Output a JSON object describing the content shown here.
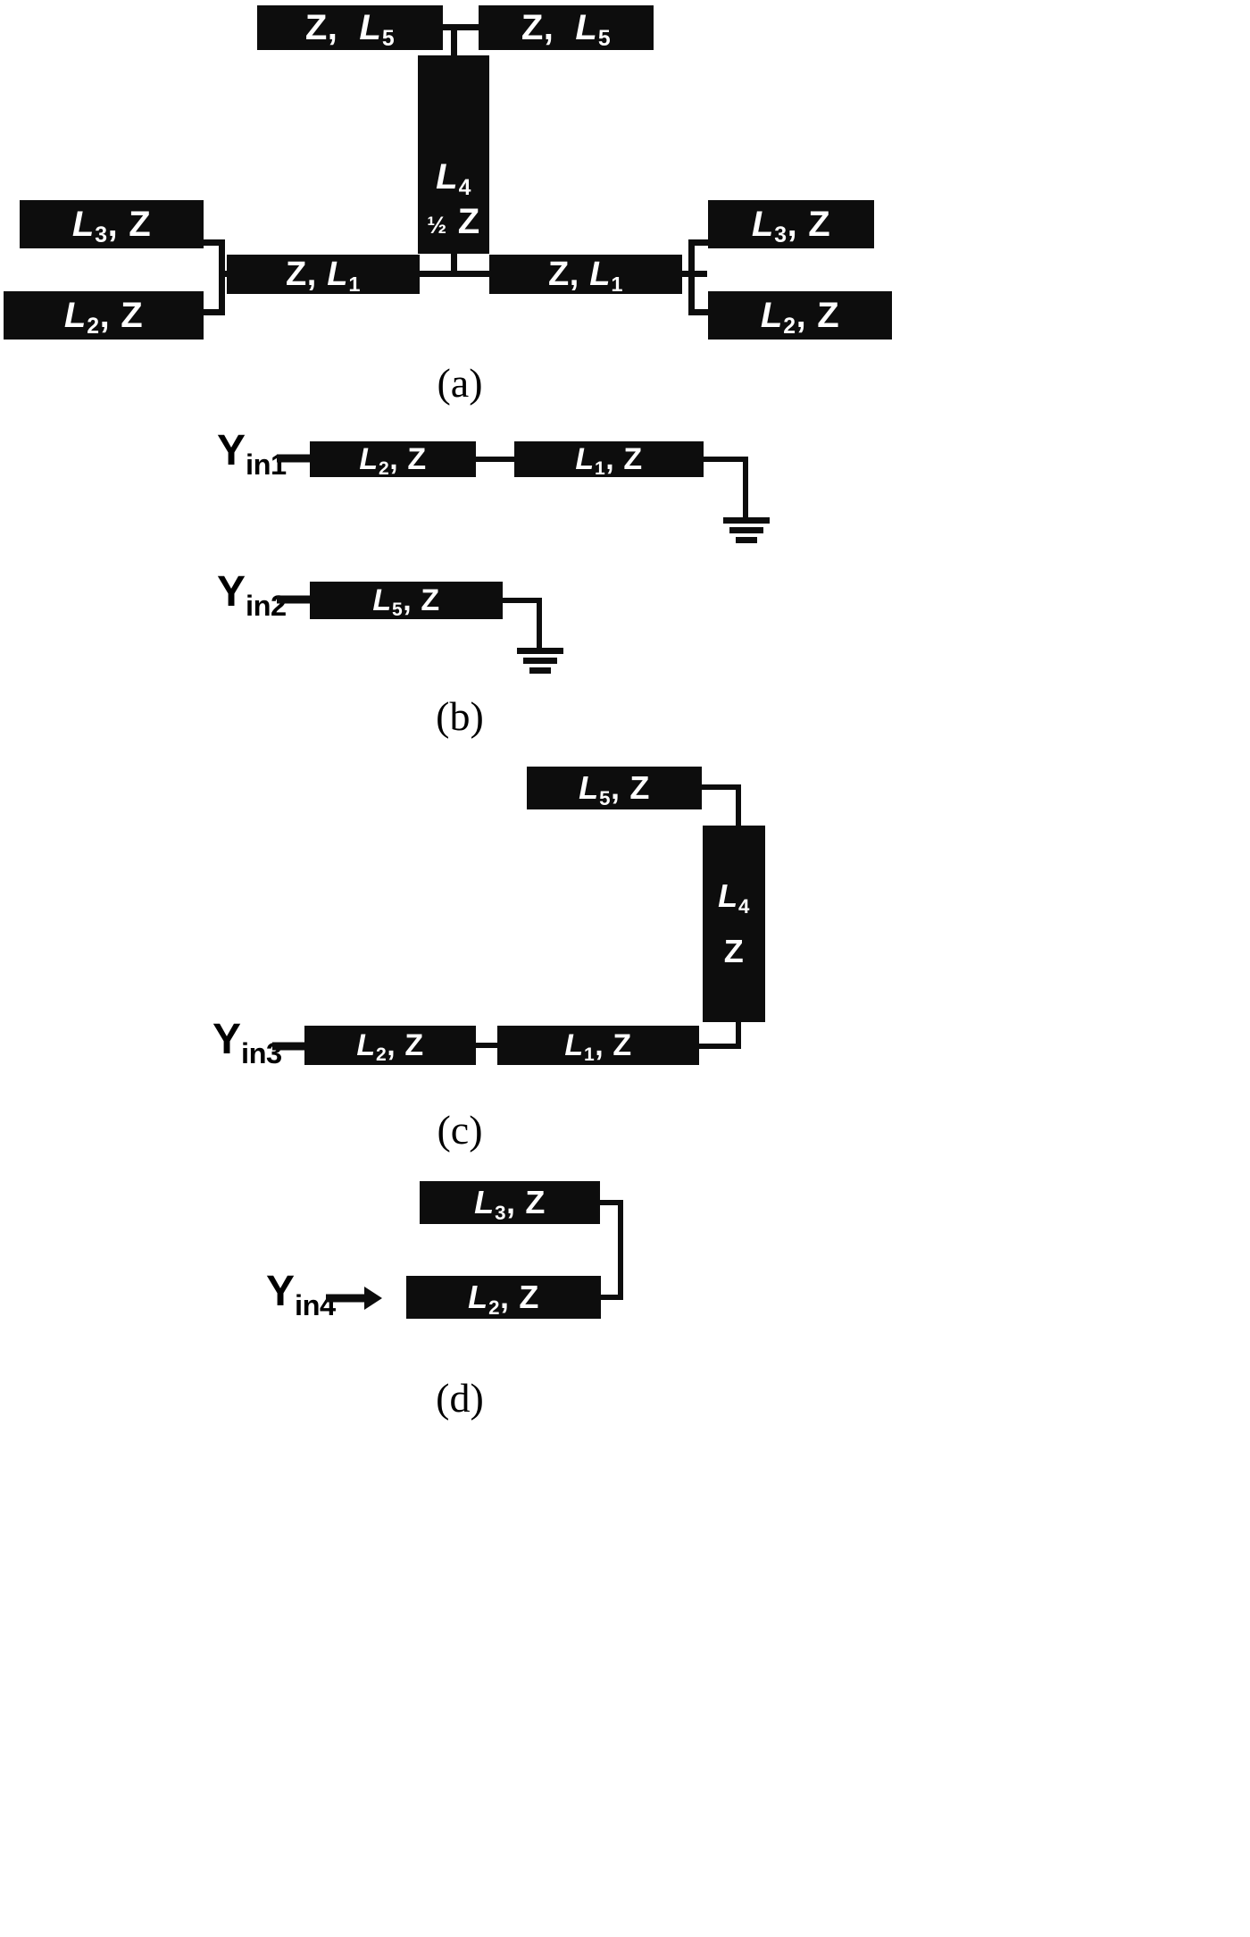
{
  "figure": {
    "title": "Transmission line network and input admittance sub-circuits",
    "colors": {
      "trace": "#0d0d0d",
      "text_on_trace": "#ffffff",
      "background": "#ffffff"
    }
  },
  "labels": {
    "z_l5": "Z,  L5",
    "z_l1": "Z, L1",
    "l3_z": "L3, Z",
    "l2_z": "L2, Z",
    "l1_z": "L1, Z",
    "l5_z": "L5, Z",
    "l4_half_z_line1": "L4",
    "l4_half_z_line2": "½ Z",
    "l4_z_line1": "L4",
    "l4_z_line2": "Z",
    "yin1": "Yin1",
    "yin2": "Yin2",
    "yin3": "Yin3",
    "yin4": "Yin4"
  },
  "symbols": {
    "impedance": "Z",
    "half": "½",
    "italic_L": "L"
  },
  "panel_a": {
    "caption": "(a)",
    "boxes": [
      {
        "name": "top-left-l5-stub",
        "text": "Z,  L5",
        "z": "Z",
        "L": "L",
        "sub": "5"
      },
      {
        "name": "top-right-l5-stub",
        "text": "Z,  L5",
        "z": "Z",
        "L": "L",
        "sub": "5"
      },
      {
        "name": "center-l4-half-z",
        "line1_L": "L",
        "line1_sub": "4",
        "line2": "½ Z"
      },
      {
        "name": "left-l3-stub",
        "L": "L",
        "sub": "3",
        "z": "Z"
      },
      {
        "name": "left-l2-stub",
        "L": "L",
        "sub": "2",
        "z": "Z"
      },
      {
        "name": "left-l1-series",
        "z": "Z",
        "L": "L",
        "sub": "1"
      },
      {
        "name": "right-l1-series",
        "z": "Z",
        "L": "L",
        "sub": "1"
      },
      {
        "name": "right-l3-stub",
        "L": "L",
        "sub": "3",
        "z": "Z"
      },
      {
        "name": "right-l2-stub",
        "L": "L",
        "sub": "2",
        "z": "Z"
      }
    ]
  },
  "panel_b": {
    "caption": "(b)",
    "branch1": {
      "port": "Yin1",
      "port_sub": "in1",
      "boxes": [
        "L2, Z",
        "L1, Z"
      ],
      "termination": "ground"
    },
    "branch2": {
      "port": "Yin2",
      "port_sub": "in2",
      "boxes": [
        "L5, Z"
      ],
      "termination": "ground"
    }
  },
  "panel_c": {
    "caption": "(c)",
    "branch": {
      "port": "Yin3",
      "port_sub": "in3",
      "boxes": [
        "L2, Z",
        "L1, Z",
        "L4 / Z",
        "L5, Z"
      ],
      "termination": "open"
    }
  },
  "panel_d": {
    "caption": "(d)",
    "branch": {
      "port": "Yin4",
      "port_sub": "in4",
      "boxes": [
        "L2, Z",
        "L3, Z"
      ],
      "termination": "open"
    }
  },
  "captions": {
    "a": "(a)",
    "b": "(b)",
    "c": "(c)",
    "d": "(d)"
  }
}
